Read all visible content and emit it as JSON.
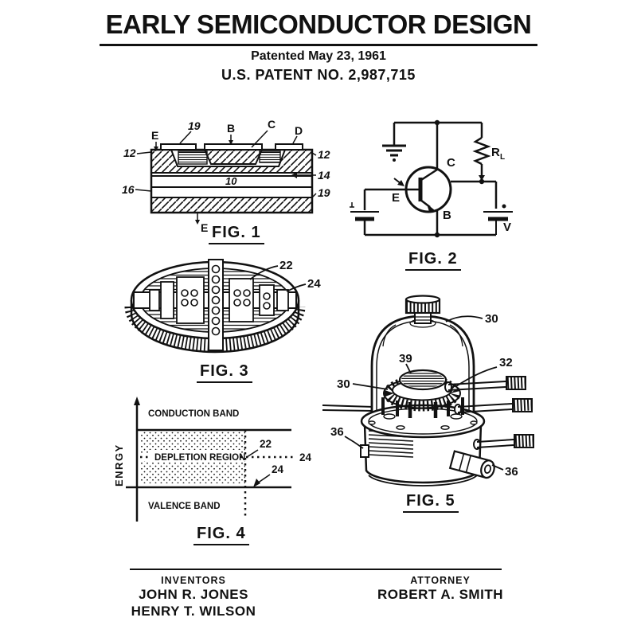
{
  "header": {
    "title": "EARLY SEMICONDUCTOR DESIGN",
    "patented_line": "Patented May 23, 1961",
    "patent_no_line": "U.S. PATENT NO. 2,987,715"
  },
  "fig1": {
    "caption": "FIG. 1",
    "labels": {
      "e_top": "E",
      "n19_top": "19",
      "b": "B",
      "c": "C",
      "d": "D",
      "n12_left": "12",
      "n12_right": "12",
      "n14": "14",
      "n16": "16",
      "n19_right": "19",
      "n10": "10",
      "e_bottom": "E"
    }
  },
  "fig2": {
    "caption": "FIG. 2",
    "labels": {
      "c": "C",
      "e": "E",
      "b": "B",
      "r": "R",
      "r_sub": "L",
      "v": "V"
    }
  },
  "fig3": {
    "caption": "FIG. 3",
    "labels": {
      "n22": "22",
      "n24": "24"
    }
  },
  "fig4": {
    "caption": "FIG. 4",
    "axis_label": "ENRGY",
    "conduction_band": "CONDUCTION BAND",
    "depletion_region": "DEPLETION REGION",
    "valence_band": "VALENCE BAND",
    "labels": {
      "n22": "22",
      "n24_right": "24",
      "n24_lower": "24"
    }
  },
  "fig5": {
    "caption": "FIG. 5",
    "labels": {
      "n30_top": "30",
      "n30_left": "30",
      "n32": "32",
      "n36_left": "36",
      "n36_right": "36",
      "n39": "39"
    }
  },
  "footer": {
    "inventors_heading": "INVENTORS",
    "inventors": [
      "JOHN R. JONES",
      "HENRY T. WILSON"
    ],
    "attorney_heading": "ATTORNEY",
    "attorney": "ROBERT A. SMITH"
  }
}
